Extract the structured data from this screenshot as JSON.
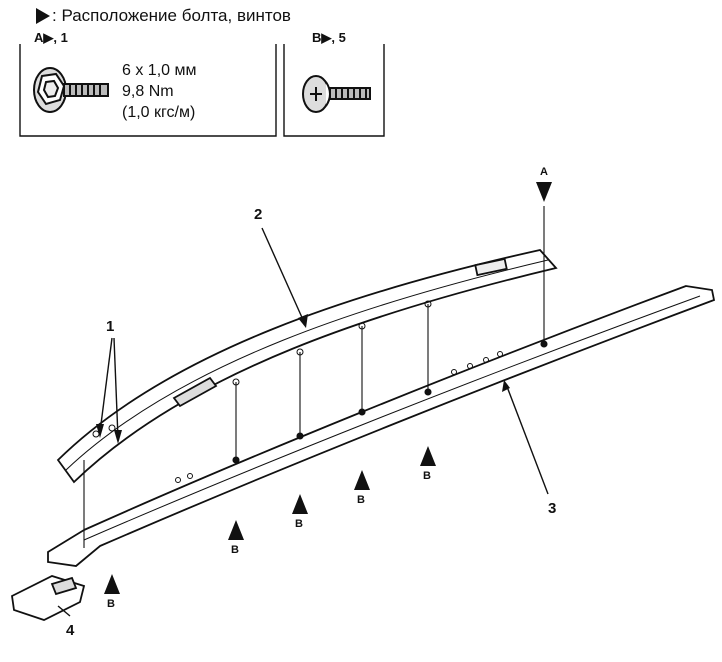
{
  "legend": {
    "marker": "▶",
    "title": ": Расположение болта, винтов"
  },
  "fastener_a": {
    "label": "A▶, 1",
    "spec_size": "6 x 1,0 мм",
    "spec_torque_nm": "9,8 Nm",
    "spec_torque_kgf": "(1,0 кгс/м)",
    "icon": "flange-bolt-icon"
  },
  "fastener_b": {
    "label": "B▶, 5",
    "icon": "pan-head-screw-icon"
  },
  "callouts": {
    "c1": "1",
    "c2": "2",
    "c3": "3",
    "c4": "4"
  },
  "markers": {
    "a_top": "A",
    "b1": "B",
    "b2": "B",
    "b3": "B",
    "b4": "B",
    "b5": "B"
  }
}
